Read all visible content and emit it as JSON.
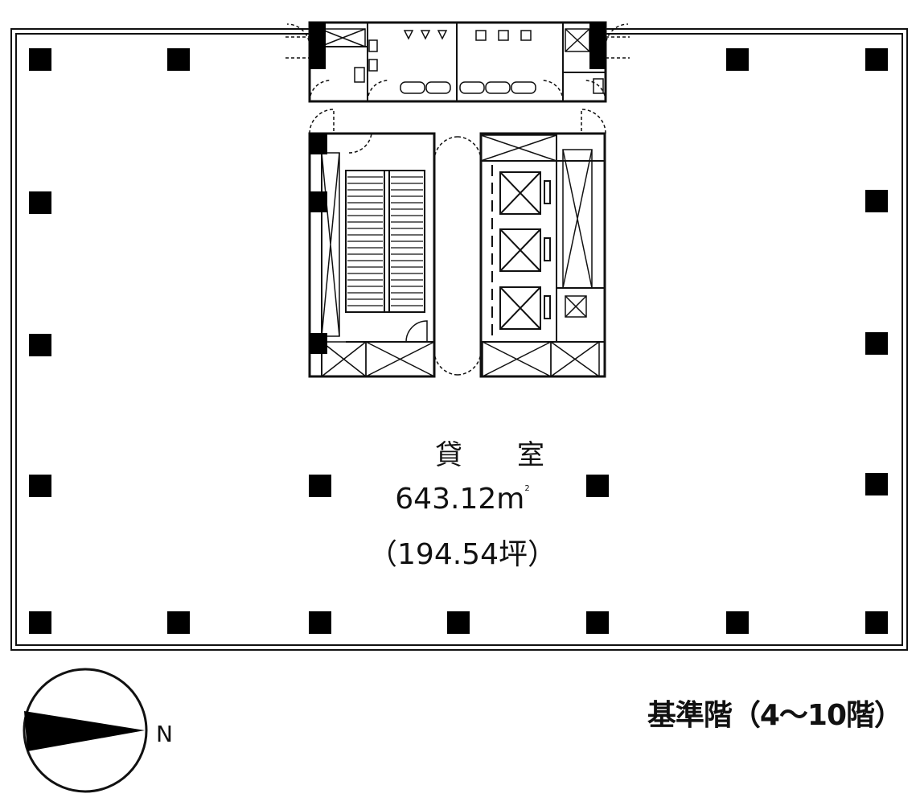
{
  "room": {
    "name": "貸室",
    "area_sqm": "643.12m",
    "area_sqm_unit_sup": "2",
    "area_tsubo": "（194.54坪）"
  },
  "floor_title": "基準階（4〜10階）",
  "compass": {
    "north_label": "N",
    "icon": "compass-north-arrow"
  },
  "colors": {
    "line": "#111111",
    "column": "#000000",
    "background": "#ffffff"
  }
}
